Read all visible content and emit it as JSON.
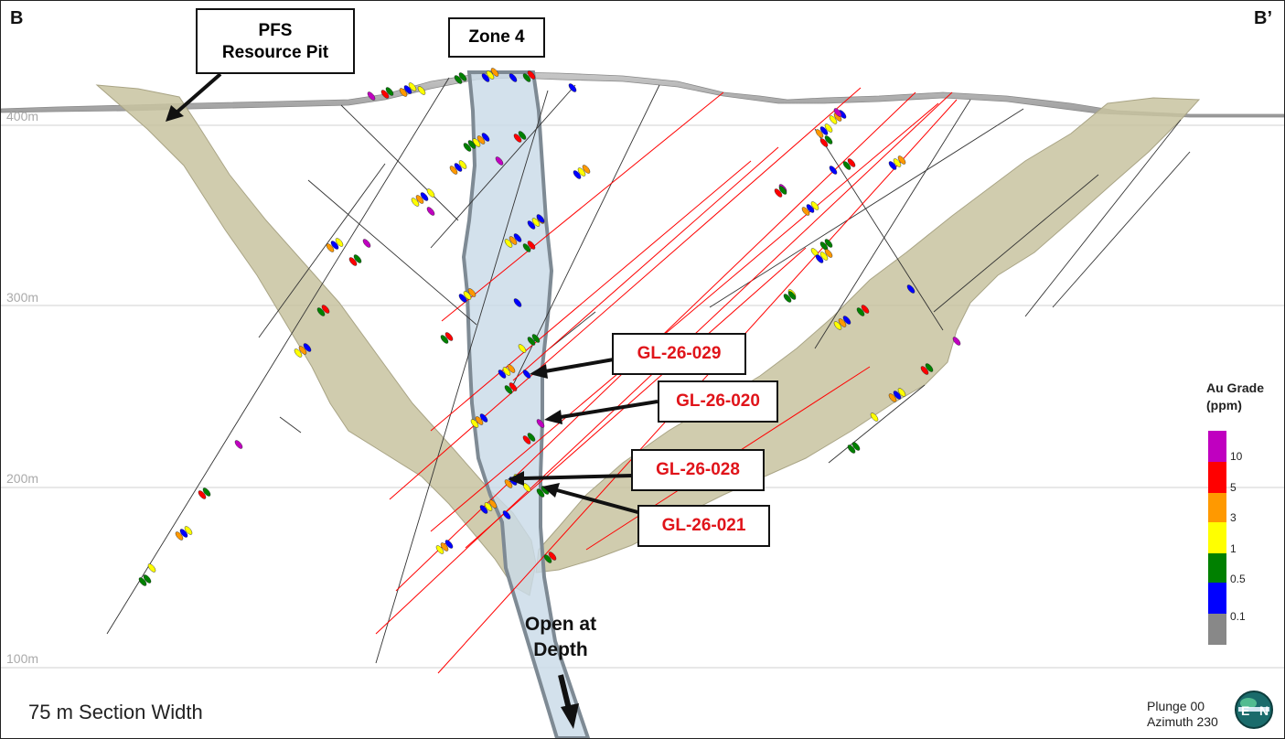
{
  "section": {
    "left_label": "B",
    "right_label": "B’",
    "pit_label": "PFS\nResource Pit",
    "zone_label": "Zone 4",
    "open_label": "Open at\nDepth",
    "width_note": "75 m Section Width"
  },
  "elevations": [
    {
      "label": "400m"
    },
    {
      "label": "300m"
    },
    {
      "label": "200m"
    },
    {
      "label": "100m"
    }
  ],
  "drill_holes": [
    {
      "id": "GL-26-029"
    },
    {
      "id": "GL-26-020"
    },
    {
      "id": "GL-26-028"
    },
    {
      "id": "GL-26-021"
    }
  ],
  "legend": {
    "title_line1": "Au Grade",
    "title_line2": "(ppm)",
    "entries": [
      {
        "value": "10",
        "color": "#c000c0"
      },
      {
        "value": "5",
        "color": "#ff0000"
      },
      {
        "value": "3",
        "color": "#ff9900"
      },
      {
        "value": "1",
        "color": "#ffff00"
      },
      {
        "value": "0.5",
        "color": "#008000"
      },
      {
        "value": "0.1",
        "color": "#0000ff"
      }
    ],
    "base_color": "#888888"
  },
  "view": {
    "plunge": "Plunge 00",
    "azimuth": "Azimuth 230"
  },
  "colors": {
    "new_hole": "#ff0000",
    "old_hole": "#333333",
    "shell": "#c8c3a0",
    "zone": "#c9dbe8"
  }
}
